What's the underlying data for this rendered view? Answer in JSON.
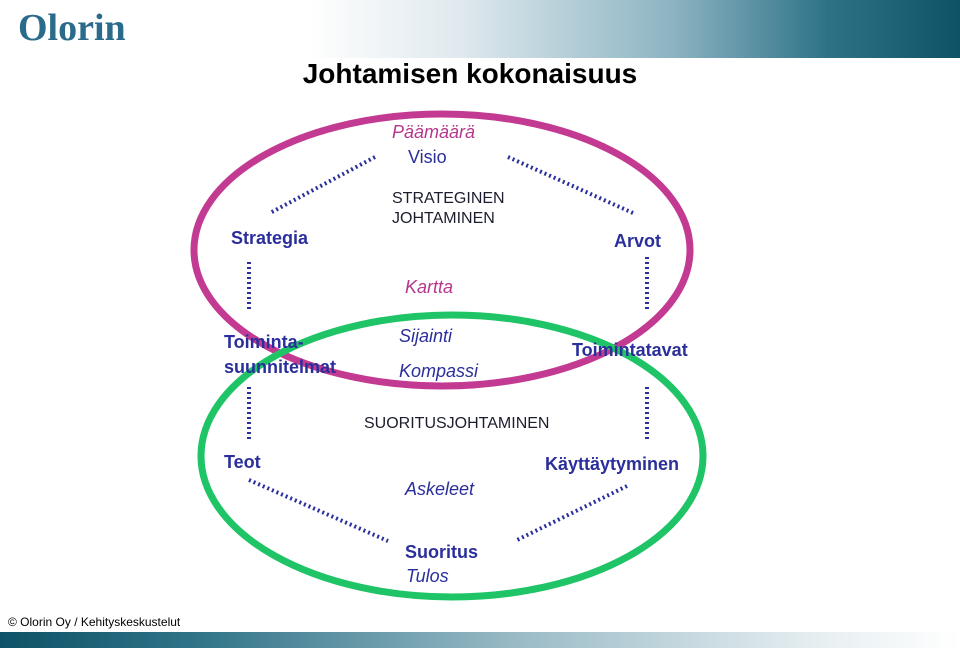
{
  "header": {
    "logo_text": "Olorin",
    "title": "Johtamisen kokonaisuus"
  },
  "diagram": {
    "top_italic": "Päämäärä",
    "top": "Visio",
    "strategy_caption_line1": "STRATEGINEN",
    "strategy_caption_line2": "JOHTAMINEN",
    "left_upper": "Strategia",
    "right_upper": "Arvot",
    "center_map": "Kartta",
    "center_location": "Sijainti",
    "center_compass": "Kompassi",
    "left_middle_line1": "Toiminta-",
    "left_middle_line2": "suunnitelmat",
    "right_middle": "Toimintatavat",
    "performance_caption": "SUORITUSJOHTAMINEN",
    "left_lower": "Teot",
    "right_lower": "Käyttäytyminen",
    "center_steps": "Askeleet",
    "bottom": "Suoritus",
    "bottom_italic": "Tulos"
  },
  "colors": {
    "upper_ellipse": "#c33a92",
    "lower_ellipse": "#1ec466",
    "connector": "#2b2f9b",
    "label_blue": "#2b2f9b",
    "label_magenta": "#b5378c"
  },
  "footer": {
    "copyright": "© Olorin Oy / Kehityskeskustelut"
  }
}
